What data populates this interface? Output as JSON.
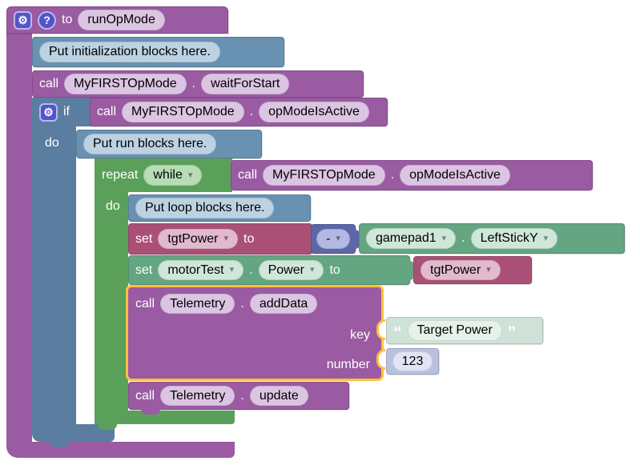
{
  "workspace": {
    "function": {
      "to": "to",
      "name": "runOpMode"
    },
    "comments": {
      "init": "Put initialization blocks here.",
      "run": "Put run blocks here.",
      "loop": "Put loop blocks here."
    },
    "wait_call": {
      "call": "call",
      "object": "MyFIRSTOpMode",
      "dot": ".",
      "method": "waitForStart"
    },
    "if_block": {
      "if": "if",
      "do": "do"
    },
    "if_condition": {
      "call": "call",
      "object": "MyFIRSTOpMode",
      "dot": ".",
      "method": "opModeIsActive"
    },
    "repeat": {
      "repeat": "repeat",
      "mode": "while",
      "do": "do"
    },
    "while_condition": {
      "call": "call",
      "object": "MyFIRSTOpMode",
      "dot": ".",
      "method": "opModeIsActive"
    },
    "set_tgt": {
      "set": "set",
      "variable": "tgtPower",
      "to": "to"
    },
    "negate": {
      "operator": "-"
    },
    "gamepad": {
      "device": "gamepad1",
      "dot": ".",
      "property": "LeftStickY"
    },
    "set_motor": {
      "set": "set",
      "device": "motorTest",
      "dot": ".",
      "property": "Power",
      "to": "to"
    },
    "tgt_getter": {
      "variable": "tgtPower"
    },
    "add_data": {
      "call": "call",
      "object": "Telemetry",
      "dot": ".",
      "method": "addData",
      "key_label": "key",
      "quote_open": "“",
      "key_value": "Target Power",
      "quote_close": "”",
      "number_label": "number",
      "number_value": "123"
    },
    "update_call": {
      "call": "call",
      "object": "Telemetry",
      "dot": ".",
      "method": "update"
    }
  },
  "icons": {
    "gear": "⚙",
    "help": "?",
    "caret": "▾"
  },
  "colors": {
    "function_purple": "#9a5ba3",
    "comment_blue": "#6991b1",
    "control_blue": "#5a7da0",
    "loop_green": "#5aa05a",
    "device_green": "#64a582",
    "variable_rose": "#aa5076",
    "math_indigo": "#5b67a8",
    "shadow_text_mint": "#cfe2d8",
    "shadow_number_periwinkle": "#b9c0e0",
    "highlight_yellow": "#fcc13d",
    "icon_indigo": "#5353cc"
  }
}
